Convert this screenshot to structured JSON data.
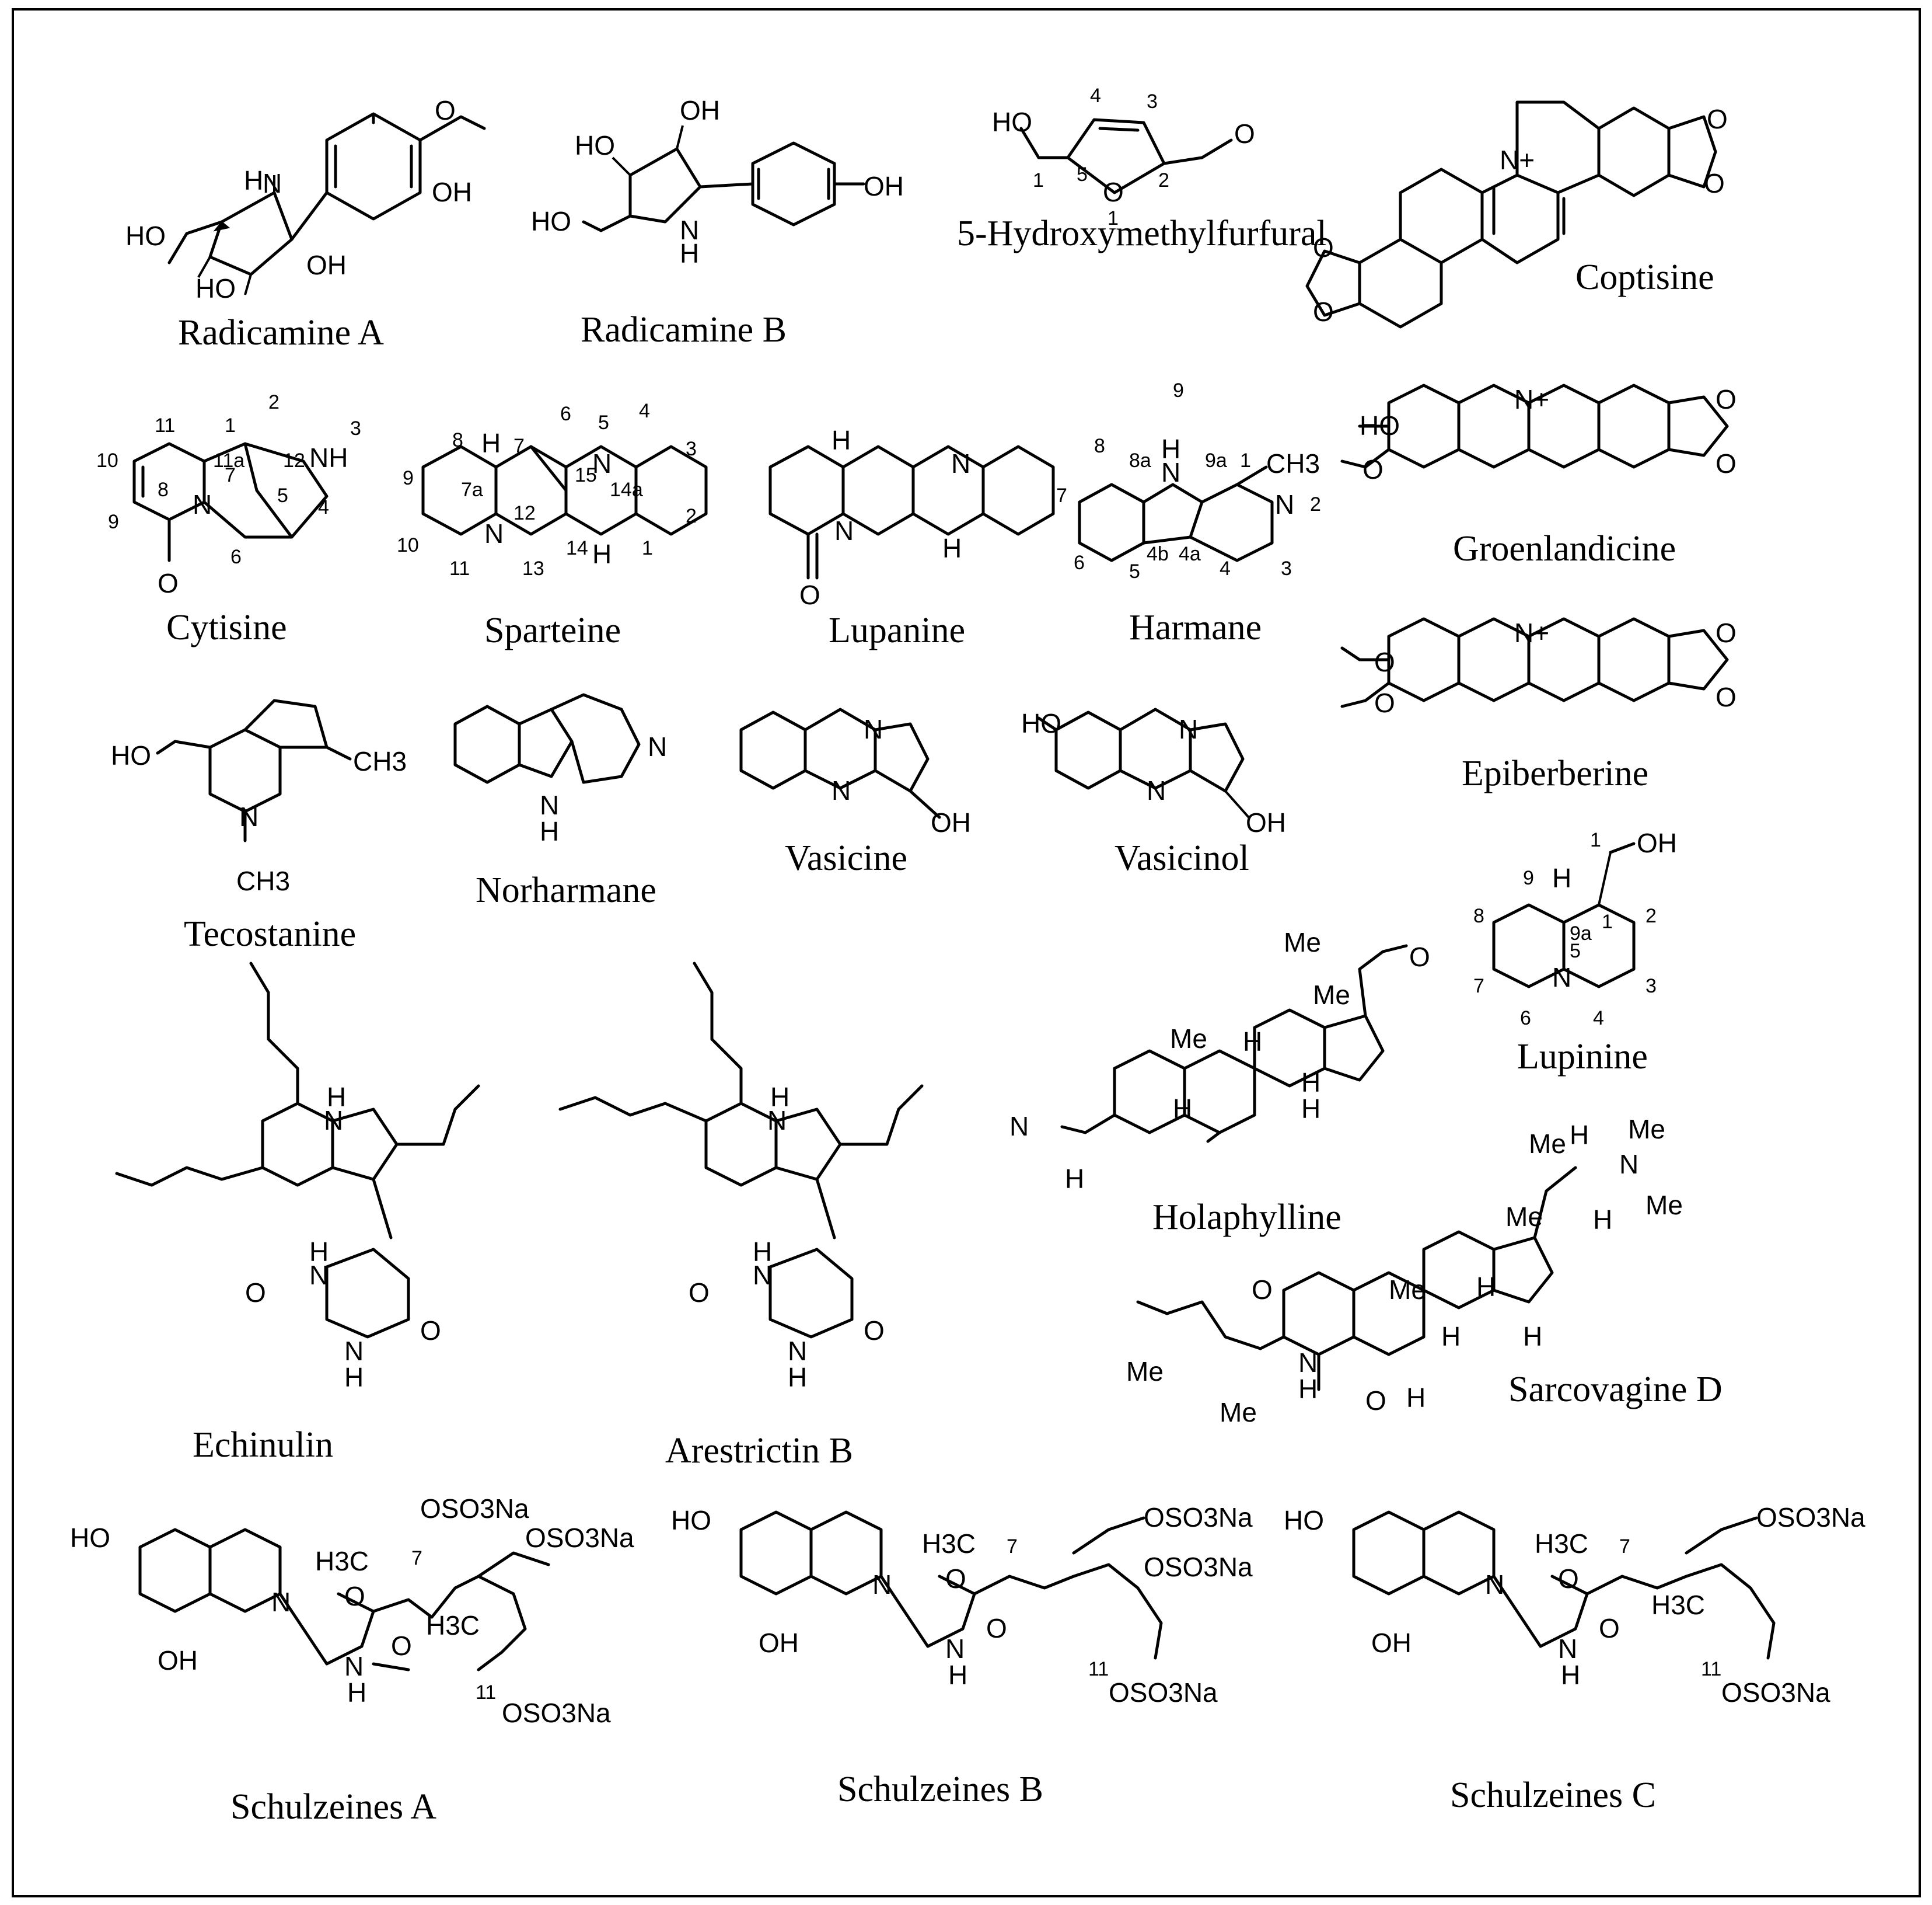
{
  "compounds": [
    {
      "id": "radicamine-a",
      "name": "Radicamine A",
      "atoms": [
        "H",
        "N",
        "OH",
        "O",
        "HO",
        "HO",
        "OH"
      ]
    },
    {
      "id": "radicamine-b",
      "name": "Radicamine B",
      "atoms": [
        "OH",
        "HO",
        "N",
        "H",
        "HO",
        "OH"
      ]
    },
    {
      "id": "hmf",
      "name": "5-Hydroxymethylfurfural",
      "atoms": [
        "HO",
        "O",
        "O"
      ],
      "numbers": [
        "1",
        "2",
        "3",
        "4",
        "5",
        "1"
      ]
    },
    {
      "id": "coptisine",
      "name": "Coptisine",
      "atoms": [
        "N+",
        "O",
        "O",
        "O",
        "O"
      ]
    },
    {
      "id": "cytisine",
      "name": "Cytisine",
      "atoms": [
        "NH",
        "N",
        "O"
      ],
      "numbers": [
        "1",
        "2",
        "3",
        "4",
        "5",
        "6",
        "7",
        "8",
        "9",
        "10",
        "11",
        "11a",
        "12"
      ]
    },
    {
      "id": "sparteine",
      "name": "Sparteine",
      "atoms": [
        "H",
        "N",
        "N",
        "H"
      ],
      "numbers": [
        "1",
        "2",
        "3",
        "4",
        "5",
        "6",
        "7",
        "7a",
        "8",
        "9",
        "10",
        "11",
        "12",
        "13",
        "14",
        "14a",
        "15"
      ]
    },
    {
      "id": "lupanine",
      "name": "Lupanine",
      "atoms": [
        "H",
        "N",
        "N",
        "H",
        "O"
      ]
    },
    {
      "id": "harmane",
      "name": "Harmane",
      "atoms": [
        "H",
        "N",
        "CH3",
        "N"
      ],
      "numbers": [
        "1",
        "2",
        "3",
        "4",
        "4a",
        "4b",
        "5",
        "6",
        "7",
        "8",
        "8a",
        "9",
        "9a"
      ]
    },
    {
      "id": "groenlandicine",
      "name": "Groenlandicine",
      "atoms": [
        "HO",
        "O",
        "N+",
        "O",
        "O"
      ]
    },
    {
      "id": "epiberberine",
      "name": "Epiberberine",
      "atoms": [
        "O",
        "O",
        "N+",
        "O",
        "O"
      ]
    },
    {
      "id": "tecostanine",
      "name": "Tecostanine",
      "atoms": [
        "HO",
        "CH3",
        "N",
        "CH3"
      ]
    },
    {
      "id": "norharmane",
      "name": "Norharmane",
      "atoms": [
        "N",
        "N",
        "H"
      ]
    },
    {
      "id": "vasicine",
      "name": "Vasicine",
      "atoms": [
        "N",
        "N",
        "OH"
      ]
    },
    {
      "id": "vasicinol",
      "name": "Vasicinol",
      "atoms": [
        "HO",
        "N",
        "N",
        "OH"
      ]
    },
    {
      "id": "lupinine",
      "name": "Lupinine",
      "atoms": [
        "OH",
        "H",
        "N"
      ],
      "numbers": [
        "1",
        "1",
        "2",
        "3",
        "4",
        "5",
        "6",
        "7",
        "8",
        "9",
        "9a"
      ]
    },
    {
      "id": "holaphylline",
      "name": "Holaphylline",
      "atoms": [
        "Me",
        "O",
        "Me",
        "H",
        "H",
        "H",
        "Me",
        "H",
        "N",
        "H"
      ]
    },
    {
      "id": "echinulin",
      "name": "Echinulin",
      "atoms": [
        "H",
        "N",
        "H",
        "N",
        "O",
        "O",
        "N",
        "H"
      ]
    },
    {
      "id": "arestrictin-b",
      "name": "Arestrictin B",
      "atoms": [
        "H",
        "N",
        "H",
        "N",
        "O",
        "O",
        "N",
        "H"
      ]
    },
    {
      "id": "sarcovagine-d",
      "name": "Sarcovagine D",
      "atoms": [
        "Me",
        "H",
        "N",
        "Me",
        "Me",
        "H",
        "Me",
        "H",
        "Me",
        "H",
        "H",
        "O",
        "N",
        "H",
        "O",
        "H",
        "Me",
        "Me"
      ]
    },
    {
      "id": "schulzeines-a",
      "name": "Schulzeines A",
      "atoms": [
        "HO",
        "N",
        "O",
        "OH",
        "H3C",
        "OSO3Na",
        "OSO3Na",
        "H3C",
        "O",
        "N",
        "H",
        "OSO3Na"
      ],
      "numbers": [
        "7",
        "11"
      ]
    },
    {
      "id": "schulzeines-b",
      "name": "Schulzeines B",
      "atoms": [
        "HO",
        "N",
        "O",
        "OH",
        "H3C",
        "OSO3Na",
        "OSO3Na",
        "O",
        "N",
        "H",
        "OSO3Na"
      ],
      "numbers": [
        "7",
        "11"
      ]
    },
    {
      "id": "schulzeines-c",
      "name": "Schulzeines C",
      "atoms": [
        "HO",
        "N",
        "O",
        "OH",
        "H3C",
        "OSO3Na",
        "H3C",
        "O",
        "N",
        "H",
        "OSO3Na"
      ],
      "numbers": [
        "7",
        "11"
      ]
    }
  ]
}
